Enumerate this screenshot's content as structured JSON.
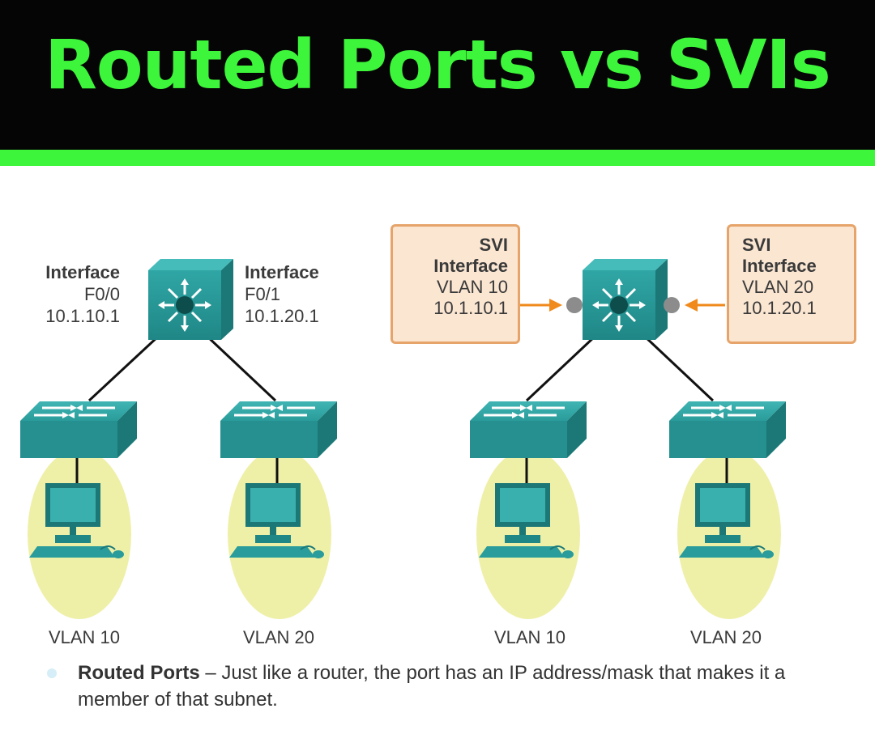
{
  "title": "Routed Ports vs SVIs",
  "left": {
    "iface_a": {
      "line1": "Interface",
      "line2": "F0/0",
      "line3": "10.1.10.1"
    },
    "iface_b": {
      "line1": "Interface",
      "line2": "F0/1",
      "line3": "10.1.20.1"
    },
    "vlan_a": "VLAN 10",
    "vlan_b": "VLAN 20"
  },
  "right": {
    "svi_a": {
      "line1": "SVI",
      "line2": "Interface",
      "line3": "VLAN 10",
      "line4": "10.1.10.1"
    },
    "svi_b": {
      "line1": "SVI",
      "line2": "Interface",
      "line3": "VLAN 20",
      "line4": "10.1.20.1"
    },
    "vlan_a": "VLAN 10",
    "vlan_b": "VLAN 20"
  },
  "note": {
    "term": "Routed Ports",
    "text": " – Just like a router, the port has an IP address/mask that makes it a member of that subnet."
  },
  "colors": {
    "title_green": "#3df53a",
    "device_teal": "#2a9c9b",
    "svi_fill": "#fbe6d2",
    "svi_border": "#e6a46a",
    "arrow_orange": "#f08a1c",
    "vlan_zone": "#eef0a8"
  },
  "icons": [
    "multilayer-switch-icon",
    "switch-icon",
    "pc-icon"
  ]
}
